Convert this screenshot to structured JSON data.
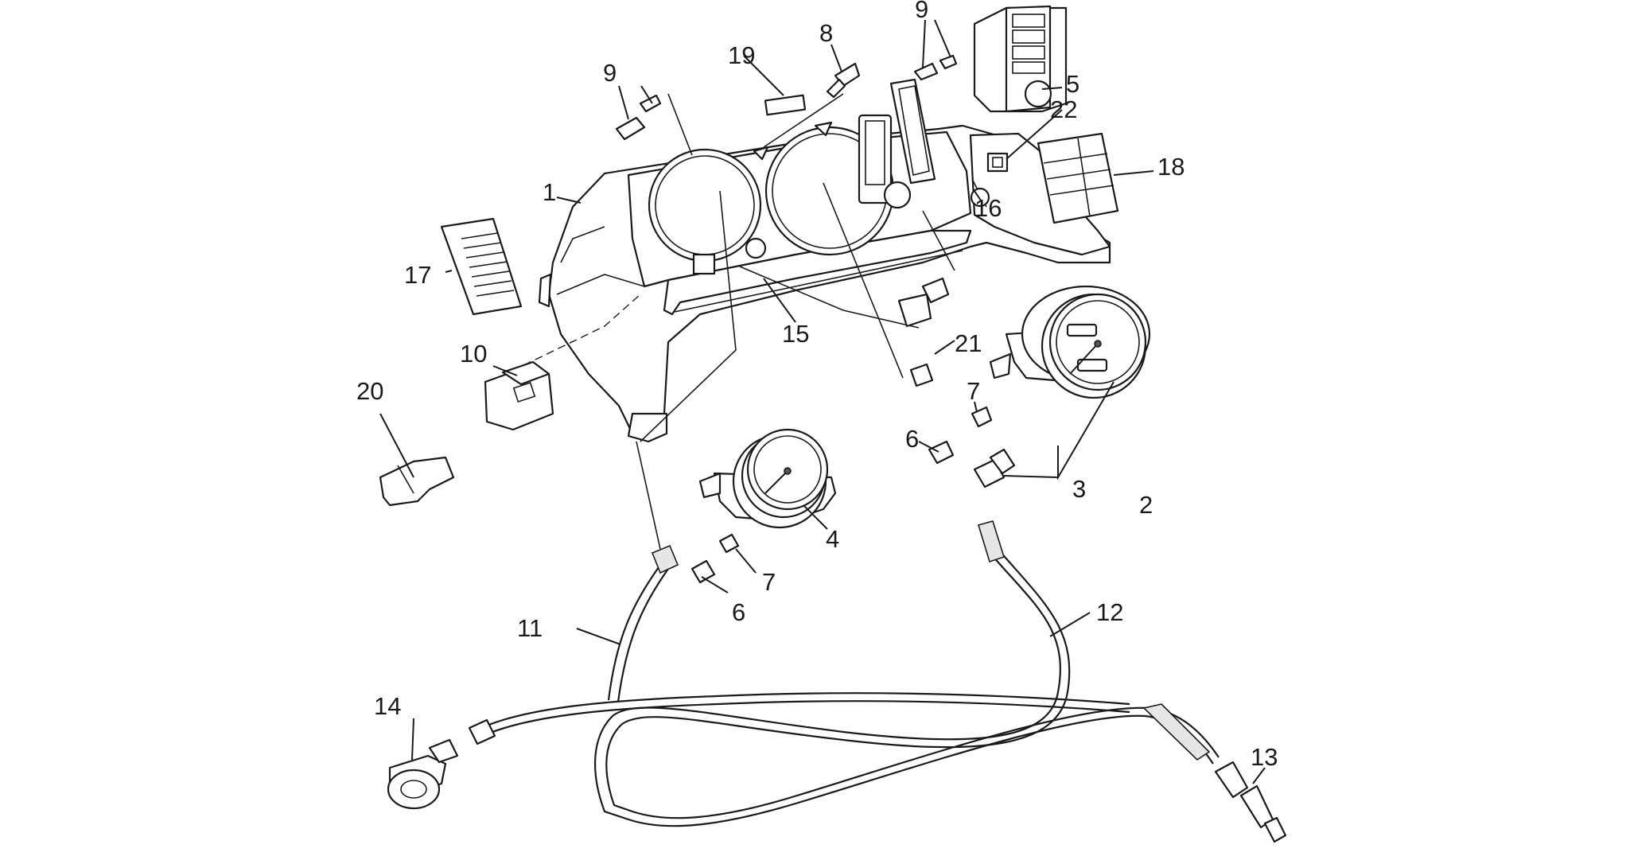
{
  "diagram": {
    "labels": {
      "p1": "1",
      "p2": "2",
      "p3": "3",
      "p4": "4",
      "p5": "5",
      "p6a": "6",
      "p6b": "6",
      "p7a": "7",
      "p7b": "7",
      "p8": "8",
      "p9a": "9",
      "p9b": "9",
      "p10": "10",
      "p11": "11",
      "p12": "12",
      "p13": "13",
      "p14": "14",
      "p15": "15",
      "p16": "16",
      "p17": "17",
      "p18": "18",
      "p19": "19",
      "p20": "20",
      "p21": "21",
      "p22": "22"
    }
  }
}
